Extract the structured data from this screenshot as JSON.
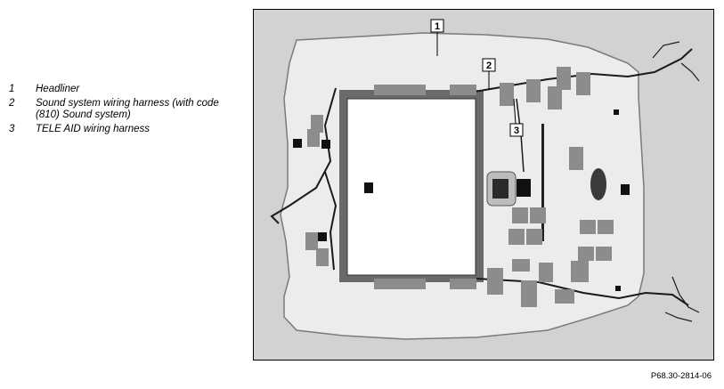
{
  "legend": [
    {
      "num": "1",
      "text": "Headliner"
    },
    {
      "num": "2",
      "text": "Sound system wiring harness (with code (810) Sound system)"
    },
    {
      "num": "3",
      "text": "TELE AID wiring harness"
    }
  ],
  "callouts": [
    "1",
    "2",
    "3"
  ],
  "figure_id": "P68.30-2814-06"
}
